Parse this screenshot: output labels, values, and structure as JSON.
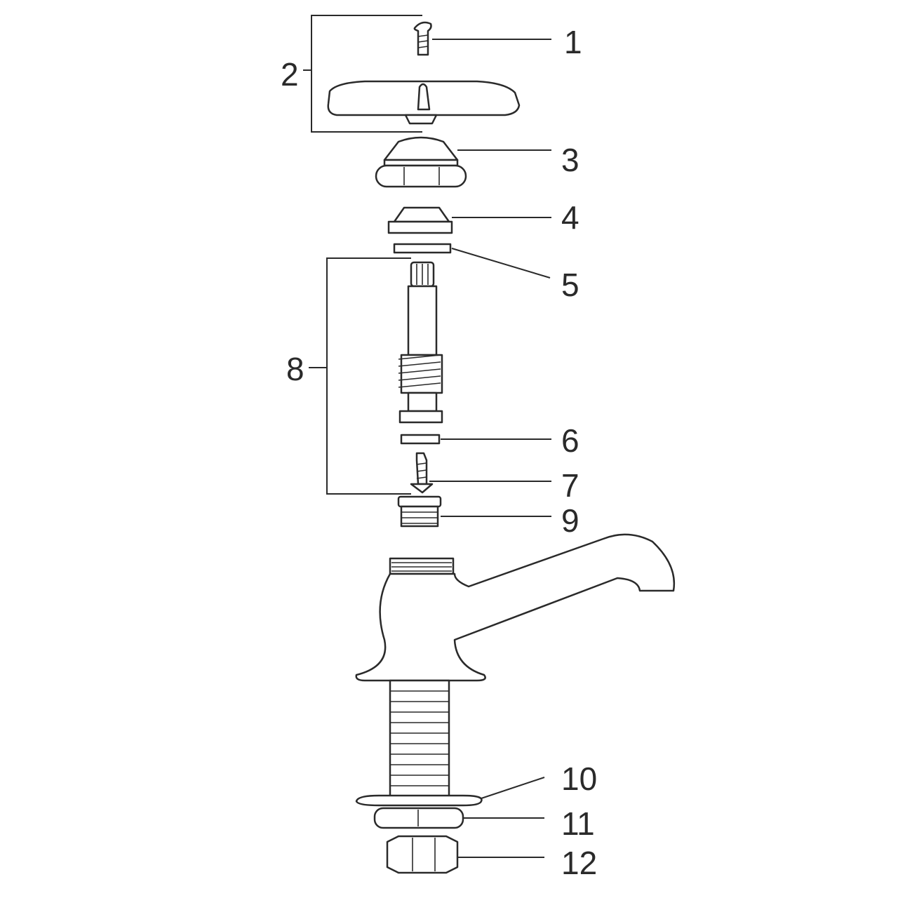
{
  "callouts": {
    "c1": "1",
    "c2": "2",
    "c3": "3",
    "c4": "4",
    "c5": "5",
    "c6": "6",
    "c7": "7",
    "c8": "8",
    "c9": "9",
    "c10": "10",
    "c11": "11",
    "c12": "12"
  },
  "colors": {
    "ink": "#2a2a2a",
    "paper": "#ffffff"
  }
}
